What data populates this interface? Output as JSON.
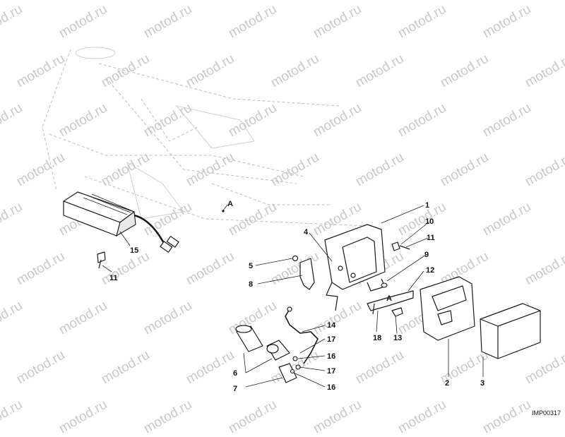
{
  "watermark": "motod.ru",
  "callouts": {
    "c1": "1",
    "c2": "2",
    "c3": "3",
    "c4": "4",
    "c5": "5",
    "c6": "6",
    "c7": "7",
    "c8": "8",
    "c9": "9",
    "c10": "10",
    "c11a": "11",
    "c11b": "11",
    "c12": "12",
    "c13": "13",
    "c14": "14",
    "c15": "15",
    "c16a": "16",
    "c16b": "16",
    "c17a": "17",
    "c17b": "17",
    "c18": "18",
    "refA1": "A",
    "refA2": "A"
  },
  "image_code": "IMP00317"
}
